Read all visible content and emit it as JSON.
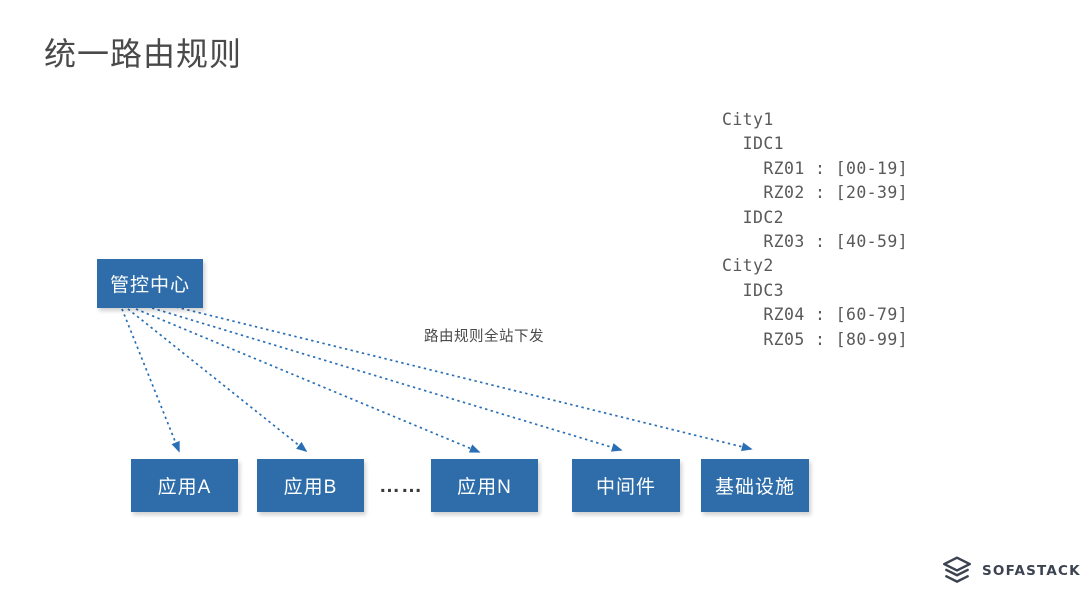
{
  "slide": {
    "title": "统一路由规则",
    "background_color": "#ffffff",
    "title_color": "#4a4a4a"
  },
  "colors": {
    "box_fill": "#2e6da9",
    "box_text": "#ffffff",
    "arrow": "#2a6fb5",
    "code_text": "#595959",
    "logo": "#3b4350"
  },
  "routing_table": {
    "name": "routing-rule-tree",
    "lines": [
      "City1",
      "  IDC1",
      "    RZ01 : [00-19]",
      "    RZ02 : [20-39]",
      "  IDC2",
      "    RZ03 : [40-59]",
      "City2",
      "  IDC3",
      "    RZ04 : [60-79]",
      "    RZ05 : [80-99]"
    ],
    "entries": [
      {
        "city": "City1",
        "idc": "IDC1",
        "rz": "RZ01",
        "range": "[00-19]"
      },
      {
        "city": "City1",
        "idc": "IDC1",
        "rz": "RZ02",
        "range": "[20-39]"
      },
      {
        "city": "City1",
        "idc": "IDC2",
        "rz": "RZ03",
        "range": "[40-59]"
      },
      {
        "city": "City2",
        "idc": "IDC3",
        "rz": "RZ04",
        "range": "[60-79]"
      },
      {
        "city": "City2",
        "idc": "IDC3",
        "rz": "RZ05",
        "range": "[80-99]"
      }
    ]
  },
  "diagram": {
    "source_node": {
      "label": "管控中心"
    },
    "flow_label": "路由规则全站下发",
    "ellipsis": "……",
    "target_nodes": [
      {
        "label": "应用A"
      },
      {
        "label": "应用B"
      },
      {
        "label": "应用N"
      },
      {
        "label": "中间件"
      },
      {
        "label": "基础设施"
      }
    ]
  },
  "logo": {
    "text": "SOFASTACK",
    "mark": "sofastack-logo-icon"
  }
}
